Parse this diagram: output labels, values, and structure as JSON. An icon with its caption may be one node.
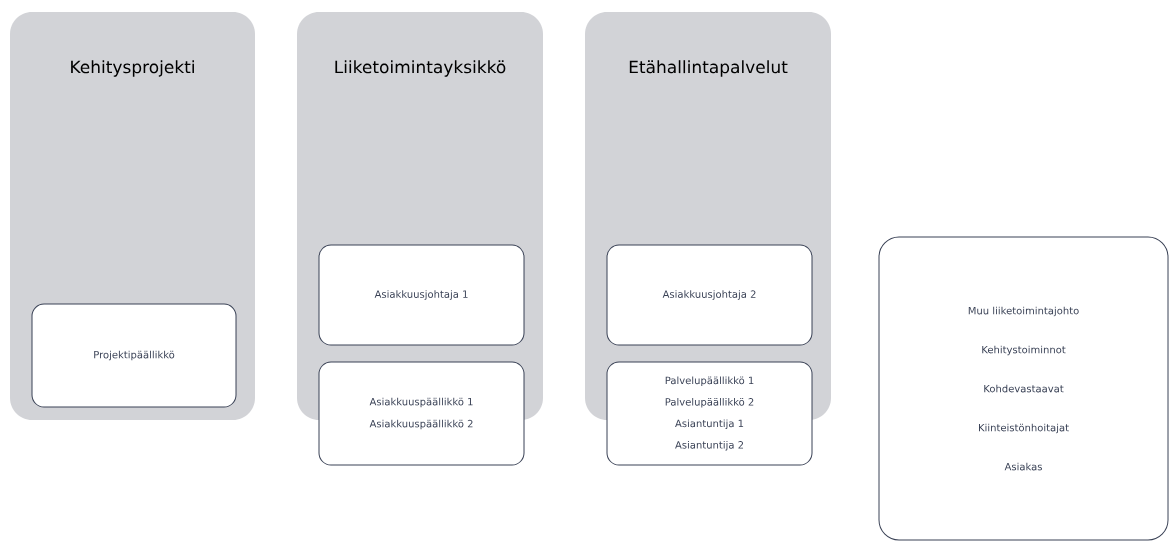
{
  "diagram": {
    "nodes": [
      {
        "text": [
          "Kehitysprojekti"
        ]
      },
      {
        "text": [
          "Projektipäällikkö"
        ],
        "in": 0
      },
      {
        "text": [
          "Liiketoimintayksikkö"
        ]
      },
      {
        "text": [
          "Asiakkuusjohtaja 1"
        ],
        "in": 2
      },
      {
        "text": [
          "Asiakkuuspäällikkö 1",
          "Asiakkuuspäällikkö 2"
        ]
      },
      {
        "text": [
          "Etähallintapalvelut"
        ]
      },
      {
        "text": [
          "Asiakkuusjohtaja 2"
        ],
        "in": 5
      },
      {
        "text": [
          "Palvelupäällikkö 1",
          "Palvelupäällikkö 2",
          "Asiantuntija 1",
          "Asiantuntija 2"
        ]
      },
      {
        "text": [
          "Muu liiketoimintajohto",
          "Kehitystoiminnot",
          "Kohdevastaavat",
          "Kiinteistönhoitajat",
          "Asiakas"
        ]
      }
    ]
  }
}
